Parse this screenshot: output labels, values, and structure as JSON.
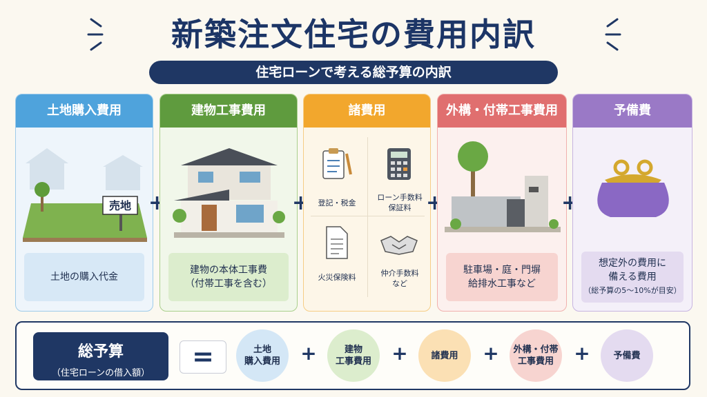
{
  "title": "新築注文住宅の費用内訳",
  "subtitle": "住宅ローンで考える総予算の内訳",
  "colors": {
    "land": "#4fa3dc",
    "building": "#5f9b3e",
    "misc": "#f2a72d",
    "exterior": "#e06f6f",
    "reserve": "#9a79c6",
    "navy": "#1f3764"
  },
  "cards": [
    {
      "title": "土地購入費用",
      "desc": [
        "土地の購入代金"
      ],
      "sign": "売地"
    },
    {
      "title": "建物工事費用",
      "desc": [
        "建物の本体工事費",
        "（付帯工事を含む）"
      ]
    },
    {
      "title": "諸費用",
      "items": [
        "登記・税金",
        "ローン手数料",
        "保証料",
        "火災保険料",
        "仲介手数料",
        "など"
      ]
    },
    {
      "title": "外構・付帯工事費用",
      "desc": [
        "駐車場・庭・門塀",
        "給排水工事など"
      ]
    },
    {
      "title": "予備費",
      "desc": [
        "想定外の費用に",
        "備える費用",
        "（総予算の5〜10%が目安）"
      ]
    }
  ],
  "plus": "+",
  "equals": "=",
  "total": {
    "label": "総予算",
    "sub": "（住宅ローンの借入額）"
  },
  "circles": [
    [
      "土地",
      "購入費用"
    ],
    [
      "建物",
      "工事費用"
    ],
    [
      "諸費用"
    ],
    [
      "外構・付帯",
      "工事費用"
    ],
    [
      "予備費"
    ]
  ]
}
